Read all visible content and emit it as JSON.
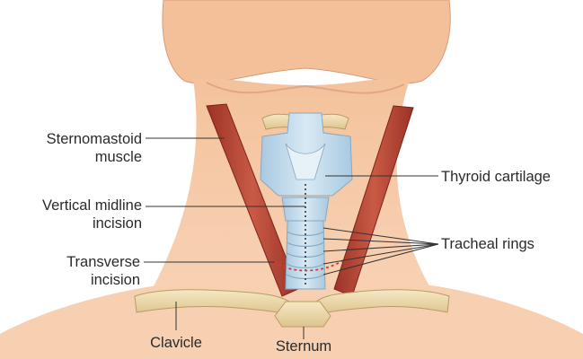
{
  "labels": {
    "sternomastoid_line1": "Sternomastoid",
    "sternomastoid_line2": "muscle",
    "vertical_line1": "Vertical midline",
    "vertical_line2": "incision",
    "transverse_line1": "Transverse",
    "transverse_line2": "incision",
    "thyroid": "Thyroid cartilage",
    "tracheal": "Tracheal rings",
    "clavicle": "Clavicle",
    "sternum": "Sternum"
  },
  "colors": {
    "skin": "#f6c9a5",
    "skin_shadow": "#e9b08a",
    "muscle": "#b9463a",
    "cartilage": "#c4dcec",
    "bone": "#f1dfb0",
    "incision": "#e0352b",
    "leader": "#333333"
  }
}
